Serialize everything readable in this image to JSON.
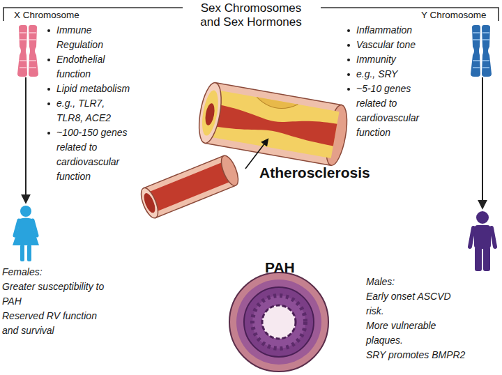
{
  "diagram": {
    "title": "Sex Chromosomes and Sex Hormones",
    "nodes": [
      {
        "text": [
          "X Chromosome"
        ]
      },
      {
        "text": [
          "Y Chromosome"
        ]
      },
      {
        "text": [
          "Females:",
          "Greater susceptibility to PAH",
          "Reserved RV function and survival"
        ]
      },
      {
        "text": [
          "Males:",
          "Early onset ASCVD risk.",
          "More vulnerable plaques.",
          "SRY promotes BMPR2"
        ]
      }
    ],
    "edges": [
      {
        "from": 0,
        "to": 2,
        "arrow": "to"
      },
      {
        "from": 1,
        "to": 3,
        "arrow": "to"
      }
    ],
    "labels": [
      "Immune Regulation",
      "Endothelial function",
      "Lipid metabolism",
      "e.g., TLR7, TLR8, ACE2",
      "~100-150 genes related to cardiovascular function",
      "Inflammation",
      "Vascular tone",
      "Immunity",
      "e.g., SRY",
      "~5-10 genes related to cardiovascular function",
      "Atherosclerosis",
      "PAH"
    ]
  }
}
